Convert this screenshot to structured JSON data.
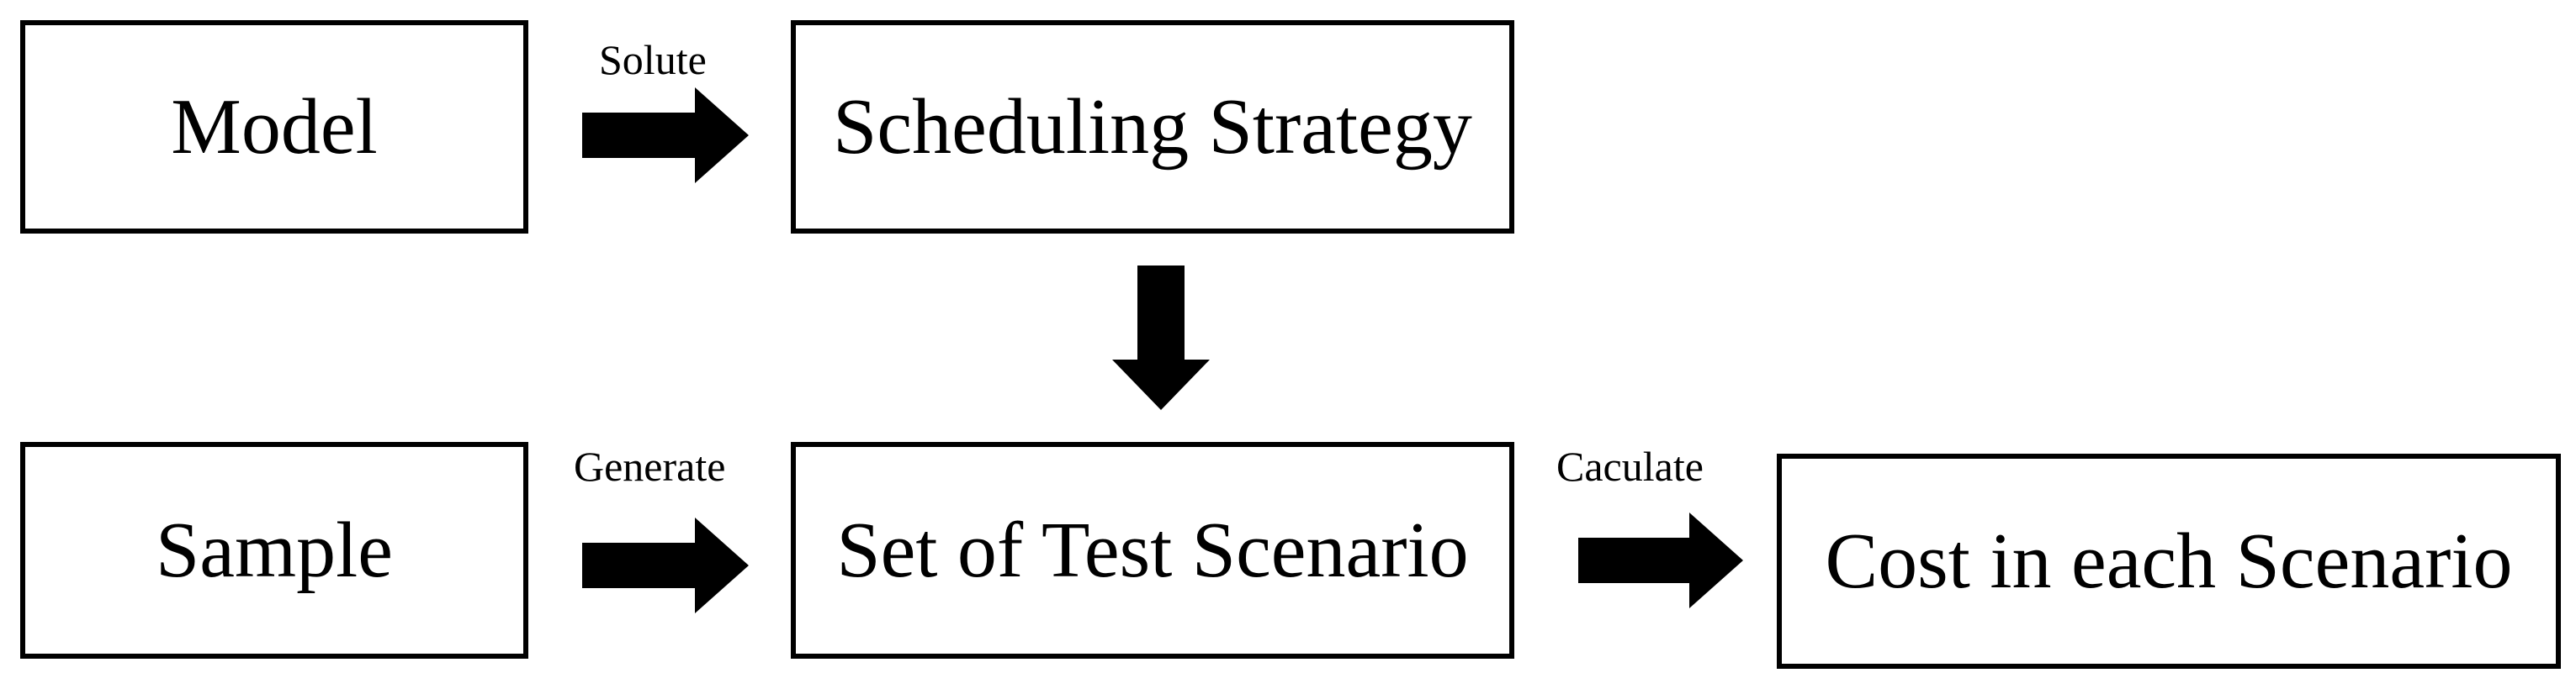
{
  "nodes": {
    "model": "Model",
    "scheduling_strategy": "Scheduling Strategy",
    "sample": "Sample",
    "test_scenarios": "Set of Test Scenario",
    "cost": "Cost in each Scenario"
  },
  "edges": {
    "model_to_strategy": "Solute",
    "sample_to_scenarios": "Generate",
    "scenarios_to_cost": "Caculate"
  }
}
